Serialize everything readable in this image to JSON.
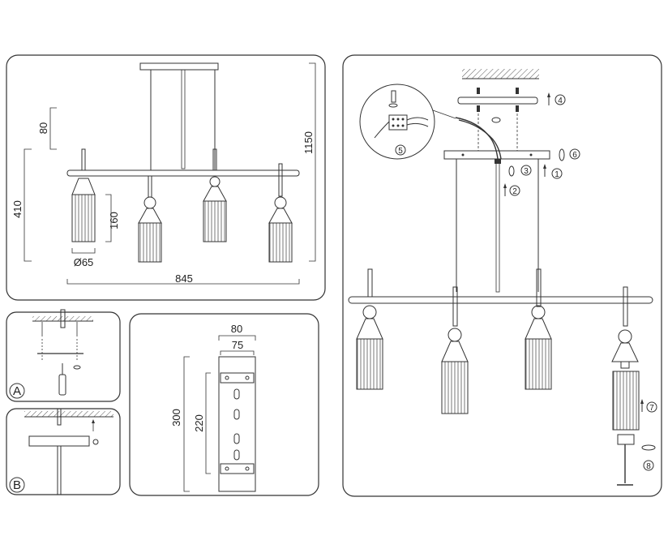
{
  "dimensions": {
    "overall_height": "1150",
    "canopy_gap": "80",
    "bar_to_bottom": "410",
    "shade_height": "160",
    "shade_diameter": "Ø65",
    "bar_length": "845",
    "bracket_length": "80",
    "bracket_inner": "75",
    "bracket_height": "300",
    "bracket_slot": "220"
  },
  "detail_labels": {
    "a": "A",
    "b": "B"
  },
  "steps": [
    "1",
    "2",
    "3",
    "4",
    "5",
    "6",
    "7",
    "8"
  ]
}
